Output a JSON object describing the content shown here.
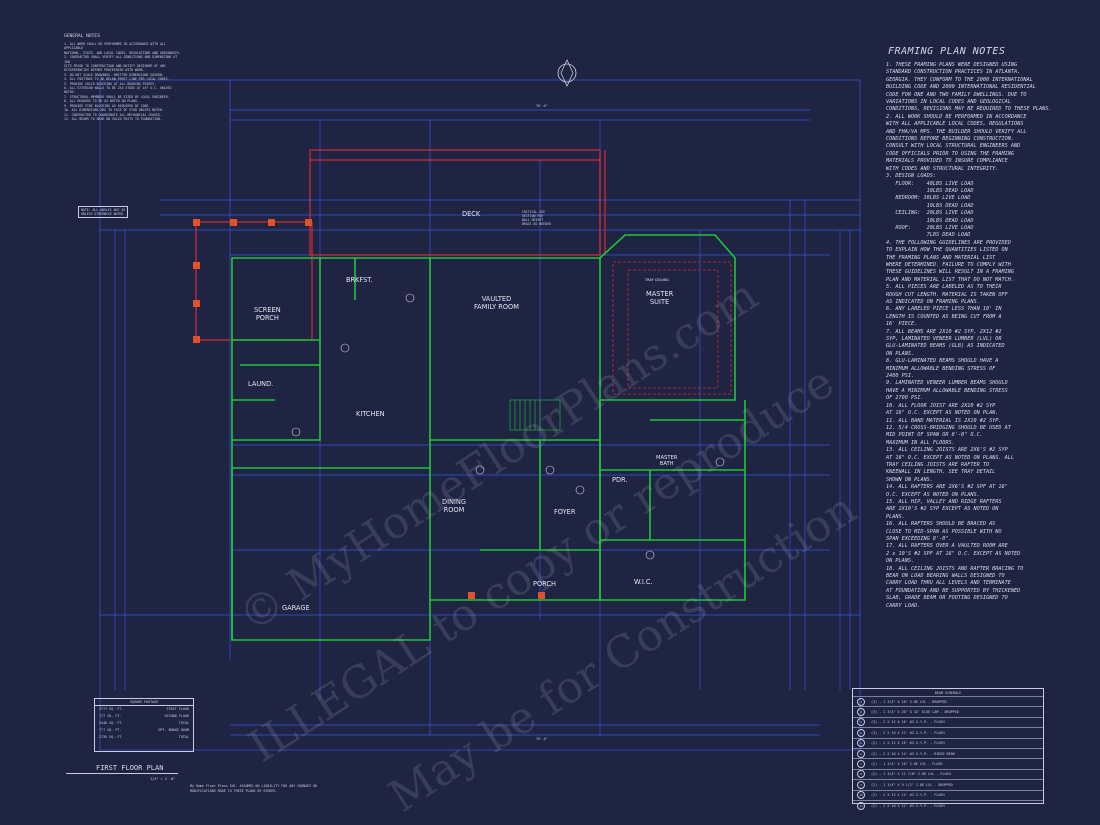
{
  "notes": {
    "title": "FRAMING PLAN NOTES",
    "items": [
      "1. THESE FRAMING PLANS WERE DESIGNED USING",
      "STANDARD CONSTRUCTION PRACTICES IN ATLANTA,",
      "GEORGIA. THEY CONFORM TO THE 2000 INTERNATIONAL",
      "BUILDING CODE AND 2000 INTERNATIONAL RESIDENTIAL",
      "CODE FOR ONE AND TWO FAMILY DWELLINGS. DUE TO",
      "VARIATIONS IN LOCAL CODES AND GEOLOGICAL",
      "CONDITIONS, REVISIONS MAY BE REQUIRED TO THESE PLANS.",
      "2. ALL WORK SHOULD BE PERFORMED IN ACCORDANCE",
      "WITH ALL APPLICABLE LOCAL CODES, REGULATIONS",
      "AND FHA/VA MPS. THE BUILDER SHOULD VERIFY ALL",
      "CONDITIONS BEFORE BEGINNING CONSTRUCTION.",
      "CONSULT WITH LOCAL STRUCTURAL ENGINEERS AND",
      "CODE OFFICIALS PRIOR TO USING THE FRAMING",
      "MATERIALS PROVIDED TO INSURE COMPLIANCE",
      "WITH CODES AND STRUCTURAL INTEGRITY.",
      "3. DESIGN LOADS:",
      "   FLOOR:    40LBS LIVE LOAD",
      "             10LBS DEAD LOAD",
      "   BEDROOM: 30LBS LIVE LOAD",
      "             10LBS DEAD LOAD",
      "   CEILING:  20LBS LIVE LOAD",
      "             10LBS DEAD LOAD",
      "   ROOF:     20LBS LIVE LOAD",
      "             7LBS DEAD LOAD",
      "4. THE FOLLOWING GUIDELINES ARE PROVIDED",
      "TO EXPLAIN HOW THE QUANTITIES LISTED ON",
      "THE FRAMING PLANS AND MATERIAL LIST",
      "WHERE DETERMINED. FAILURE TO COMPLY WITH",
      "THESE GUIDELINES WILL RESULT IN A FRAMING",
      "PLAN AND MATERIAL LIST THAT DO NOT MATCH.",
      "5. ALL PIECES ARE LABELED AS TO THEIR",
      "ROUGH CUT LENGTH. MATERIAL IS TAKEN OFF",
      "AS INDICATED ON FRAMING PLANS.",
      "6. ANY LABELED PIECE LESS THAN 10' IN",
      "LENGTH IS COUNTED AS BEING CUT FROM A",
      "16' PIECE.",
      "7. ALL BEAMS ARE 2X10 #2 SYP, 2X12 #2",
      "SYP, LAMINATED VENEER LUMBER (LVL) OR",
      "GLU-LAMINATED BEAMS (GLB) AS INDICATED",
      "ON PLANS.",
      "8. GLU-LAMINATED BEAMS SHOULD HAVE A",
      "MINIMUM ALLOWABLE BENDING STRESS OF",
      "2400 PSI.",
      "9. LAMINATED VENEER LUMBER BEAMS SHOULD",
      "HAVE A MINIMUM ALLOWABLE BENDING STRESS",
      "OF 2700 PSI.",
      "10. ALL FLOOR JOIST ARE 2X10 #2 SYP",
      "AT 16\" O.C. EXCEPT AS NOTED ON PLAN.",
      "11. ALL BAND MATERIAL IS 2X10 #2 SYP.",
      "12. 5/4 CROSS-BRIDGING SHOULD BE USED AT",
      "MID POINT OF SPAN OR 8'-0\" O.C.",
      "MAXIMUM IN ALL FLOORS.",
      "13. ALL CEILING JOISTS ARE 2X6'S #2 SYP",
      "AT 16\" O.C. EXCEPT AS NOTED ON PLANS. ALL",
      "TRAY CEILING JOISTS ARE RAFTER TO",
      "KNEEWALL IN LENGTH. SEE TRAY DETAIL",
      "SHOWN ON PLANS.",
      "14. ALL RAFTERS ARE 2X6'S #2 SPF AT 16\"",
      "O.C. EXCEPT AS NOTED ON PLANS.",
      "15. ALL HIP, VALLEY AND RIDGE RAFTERS",
      "ARE 2X10'S #2 SYP EXCEPT AS NOTED ON",
      "PLANS.",
      "16. ALL RAFTERS SHOULD BE BRACED AS",
      "CLOSE TO MID-SPAN AS POSSIBLE WITH NO",
      "SPAN EXCEEDING 8'-0\".",
      "17. ALL RAFTERS OVER A VAULTED ROOM ARE",
      "2 x 10'S #2 SPF AT 16\" O.C. EXCEPT AS NOTED",
      "ON PLANS.",
      "18. ALL CEILING JOISTS AND RAFTER BRACING TO",
      "BEAR ON LOAD BEARING WALLS DESIGNED TO",
      "CARRY LOAD THRU ALL LEVELS AND TERMINATE",
      "AT FOUNDATION AND BE SUPPORTED BY THICKENED",
      "SLAB, GRADE BEAM OR FOOTING DESIGNED TO",
      "CARRY LOAD."
    ]
  },
  "general_notes": {
    "title": "GENERAL NOTES",
    "items": [
      "1. ALL WORK SHALL BE PERFORMED IN ACCORDANCE WITH ALL APPLICABLE",
      "NATIONAL, STATE, AND LOCAL CODES, REGULATIONS AND ORDINANCES.",
      "2. CONTRACTOR SHALL VERIFY ALL CONDITIONS AND DIMENSIONS AT JOB",
      "SITE PRIOR TO CONSTRUCTION AND NOTIFY DESIGNER OF ANY",
      "DISCREPANCIES BEFORE PROCEEDING WITH WORK.",
      "3. DO NOT SCALE DRAWINGS. WRITTEN DIMENSIONS GOVERN.",
      "4. ALL FOOTINGS TO BE BELOW FROST LINE PER LOCAL CODES.",
      "5. PROVIDE SOLID BLOCKING AT ALL BEARING POINTS.",
      "6. ALL EXTERIOR WALLS TO BE 2X4 STUDS AT 16\" O.C. UNLESS NOTED.",
      "7. STRUCTURAL MEMBERS SHALL BE SIZED BY LOCAL ENGINEER.",
      "8. ALL HEADERS TO BE AS NOTED ON PLANS.",
      "9. PROVIDE FIRE BLOCKING AS REQUIRED BY CODE.",
      "10. ALL DIMENSIONS ARE TO FACE OF STUD UNLESS NOTED.",
      "11. CONTRACTOR TO COORDINATE ALL MECHANICAL CHASES.",
      "12. ALL BEAMS TO BEAR ON SOLID POSTS TO FOUNDATION."
    ]
  },
  "plan": {
    "title": "FIRST FLOOR PLAN",
    "scale": "1/4\" = 1'-0\"",
    "disclaimer": "My Home Floor Plans INC. ASSUMES NO LIABILITY FOR ANY CHANGES OR MODIFICATIONS MADE TO THESE PLANS BY OTHERS."
  },
  "rooms": {
    "deck": "DECK",
    "brkfst": "BRKFST.",
    "vaulted": "VAULTED\nFAMILY ROOM",
    "master": "MASTER\nSUITE",
    "screen": "SCREEN\nPORCH",
    "laund": "LAUND.",
    "kitchen": "KITCHEN",
    "dining": "DINING\nROOM",
    "foyer": "FOYER",
    "pdr": "PDR.",
    "master_bath": "MASTER\nBATH",
    "porch": "PORCH",
    "wic": "W.I.C.",
    "garage": "GARAGE",
    "tray_ceiling": "TRAY CEILING"
  },
  "sqft": {
    "title": "SQUARE FOOTAGE",
    "rows": [
      {
        "value": "2??? SQ. FT.",
        "label": "FIRST FLOOR"
      },
      {
        "value": "??? SQ. FT.",
        "label": "SECOND FLOOR"
      },
      {
        "value": "2440 SQ. FT.",
        "label": "TOTAL"
      },
      {
        "value": "??? SQ. FT.",
        "label": "OPT. BONUS ROOM"
      },
      {
        "value": "2735 SQ. FT.",
        "label": "TOTAL"
      }
    ]
  },
  "beam_schedule": {
    "title": "BEAM SCHEDULE",
    "rows": [
      "(3) - 1 3/4\" X 18\" 2.0E LVL - DROPPED",
      "(3) - 1 3/4\" X 20\" X 32' GLUE LAM - DROPPED",
      "(3) - 2 X 12 X 16' #2 S.Y.P. - FLUSH",
      "(3) - 2 X 10 X 12' #2 S.Y.P. - FLUSH",
      "(2) - 2 X 12 X 16' #2 S.Y.P. - FLUSH",
      "(2) - 2 X 10 X 14' #2 S.Y.P. - RIDGE BEAM",
      "(2) - 1 3/4\" X 16\" 2.0E LVL - FLUSH",
      "(2) - 1 3/4\" X 11 7/8\" 2.0E LVL - FLUSH",
      "(2) - 1 3/4\" X 9 1/2\" 2.0E LVL - DROPPED",
      "(2) - 2 X 12 X 12' #2 S.Y.P. - FLUSH",
      "(2) - 2 X 10 X 12' #2 S.Y.P. - FLUSH"
    ]
  },
  "labels": {
    "note_box": "NOTE: ALL ANGLES ARE 45\nUNLESS OTHERWISE NOTED",
    "critical": "CRITICAL SEE\nSECTION FOR\nWALL HEIGHT\nBRACE AS NEEDED",
    "dim_top": "70'-0\"",
    "dim_bottom": "70'-0\""
  },
  "colors": {
    "background": "#1e2442",
    "walls": "#22c43a",
    "dimension_lines": "#3b55e0",
    "framing": "#d22b3c",
    "text": "#d6d9e8"
  }
}
